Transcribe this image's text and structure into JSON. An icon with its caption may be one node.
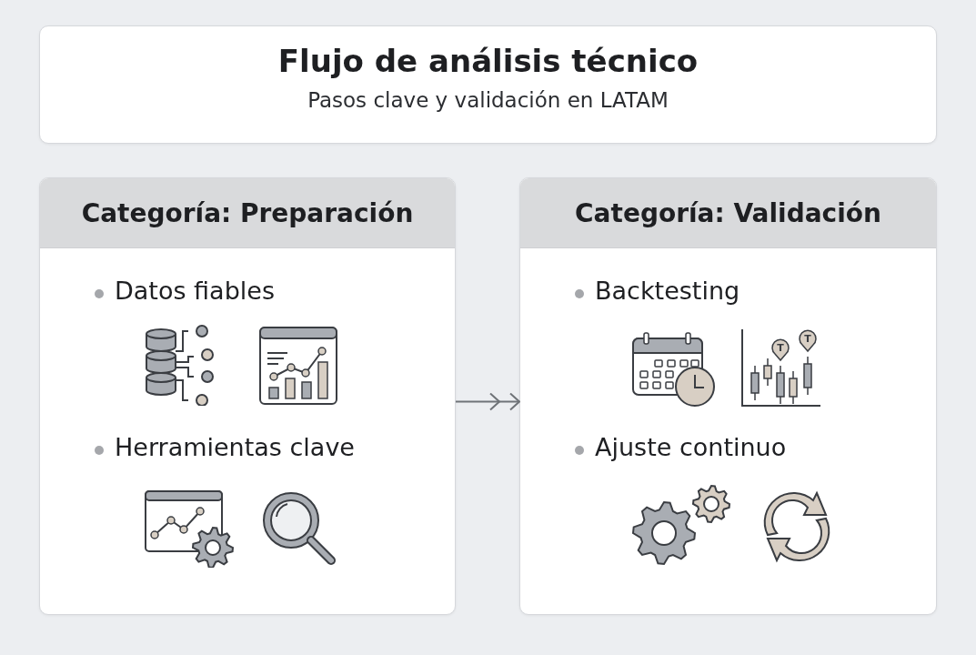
{
  "diagram": {
    "nodes": [
      {
        "text": [
          "Flujo de análisis técnico",
          "Pasos clave y validación en LATAM"
        ]
      },
      {
        "text": [
          "Categoría: Preparación",
          "Datos fiables",
          "Herramientas clave"
        ]
      },
      {
        "text": [
          "Categoría: Validación",
          "Backtesting",
          "Ajuste continuo"
        ]
      }
    ],
    "edges": [
      {
        "from": 1,
        "to": 2,
        "arrow": "to"
      }
    ],
    "labels": [
      "T",
      "T"
    ]
  }
}
